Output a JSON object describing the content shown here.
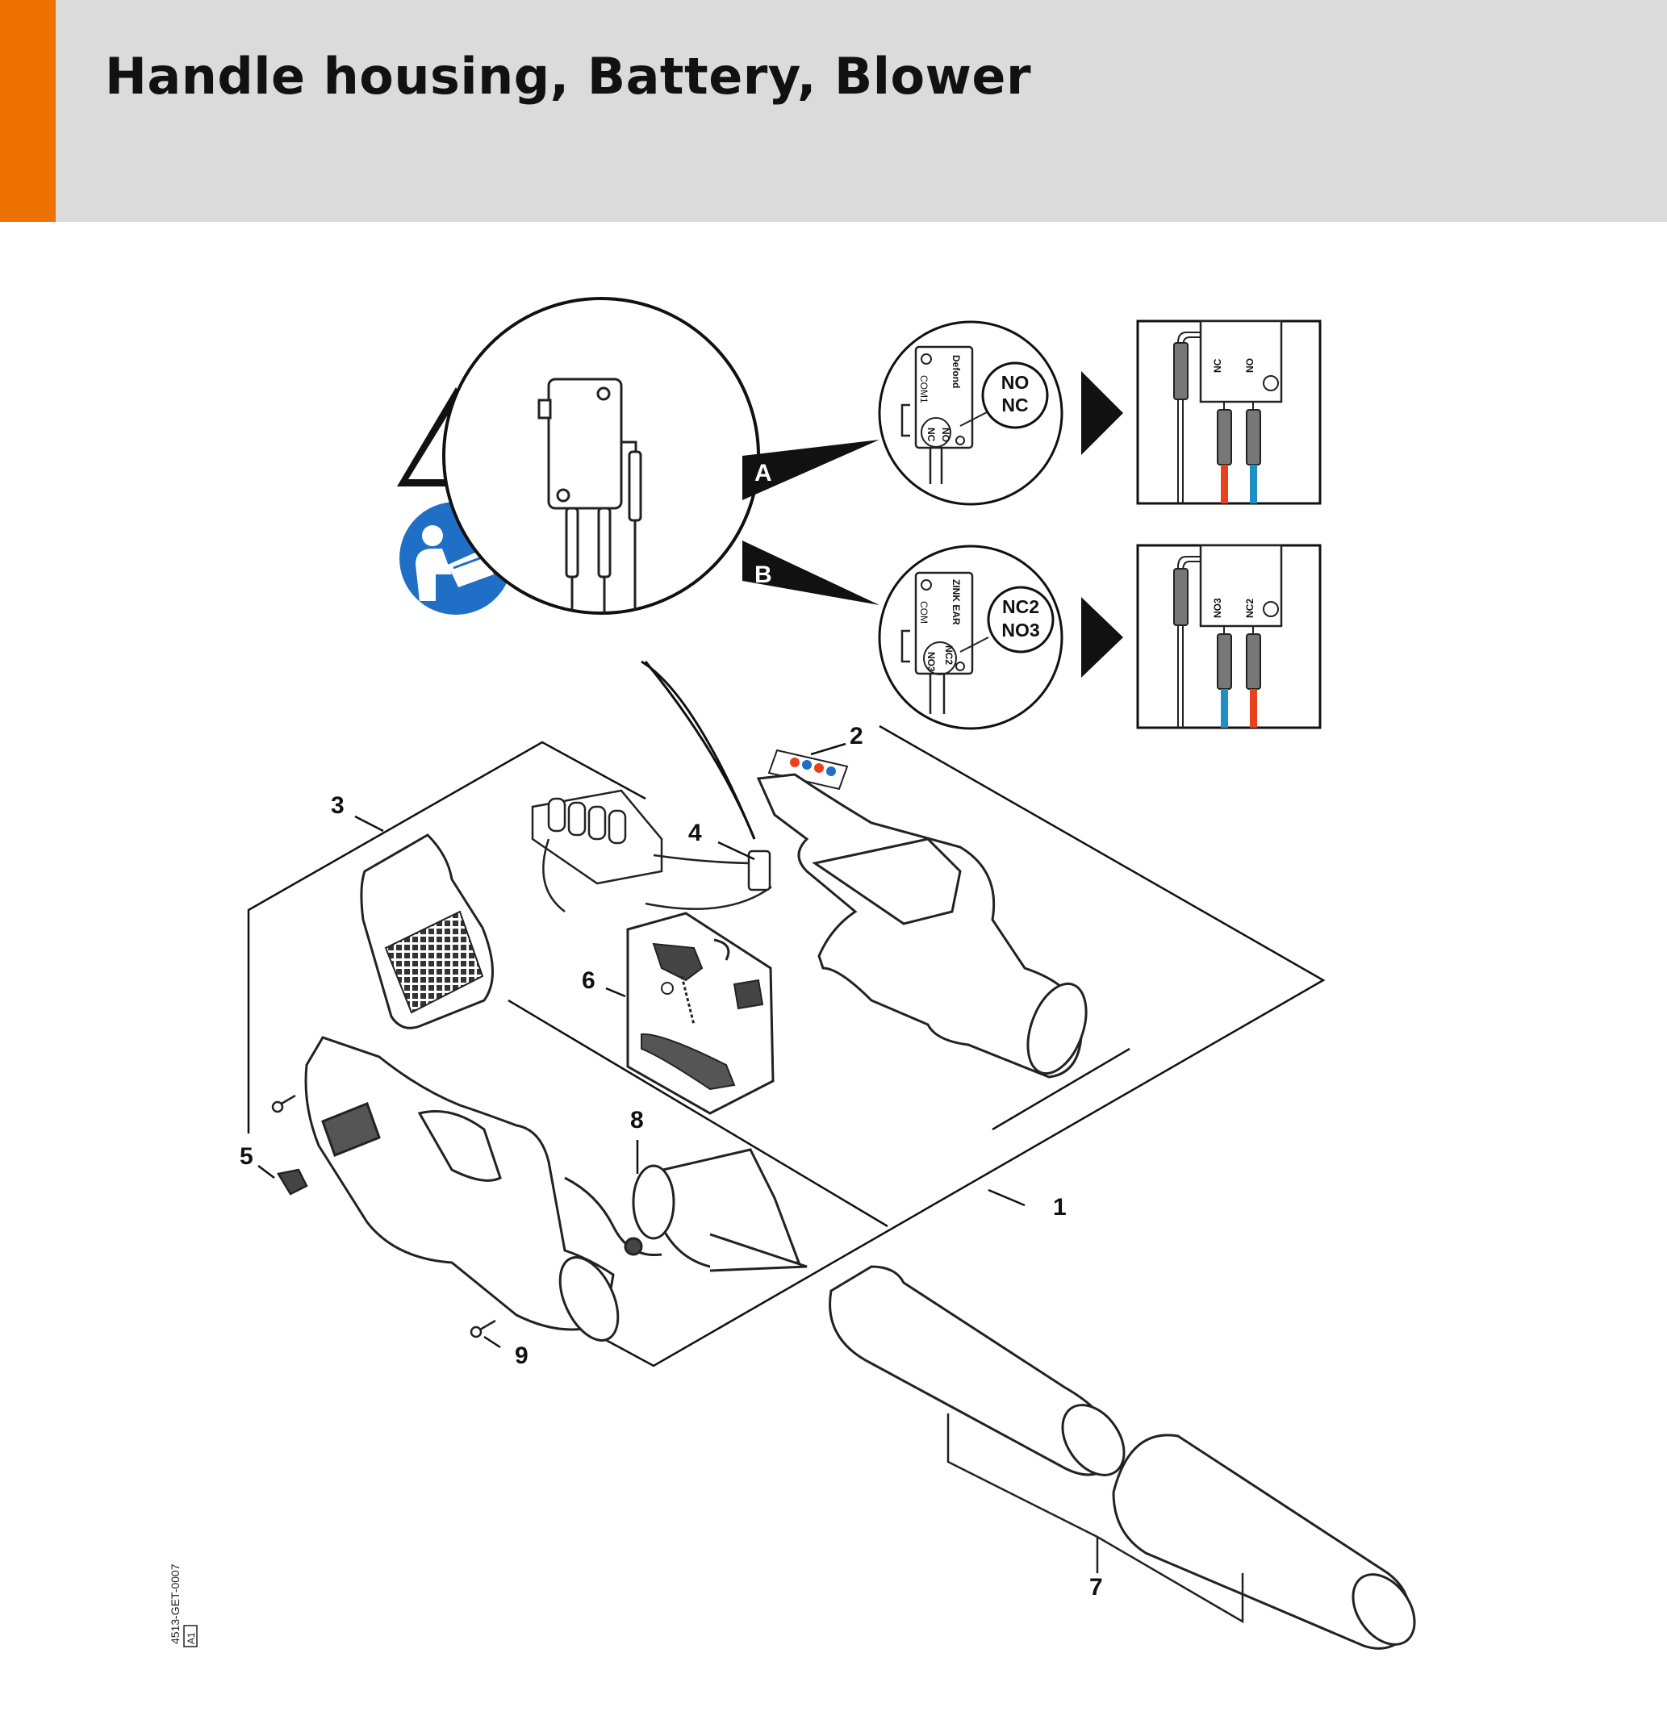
{
  "title": "Handle housing, Battery, Blower",
  "colors": {
    "accent": "#ee7202",
    "header": "#dbdbdb",
    "mandatory_blue": "#1f6fc6",
    "wire_red": "#e8421c",
    "wire_blue": "#1f8fc6"
  },
  "icons": [
    "warning-triangle-icon",
    "read-manual-icon"
  ],
  "variants": {
    "a": {
      "label": "A",
      "brand": "Defond",
      "com": "COM1",
      "pin_nc": "NC",
      "pin_no": "NO",
      "bubble_top": "NO",
      "bubble_bottom": "NC"
    },
    "b": {
      "label": "B",
      "brand": "ZINK EAR",
      "com": "COM",
      "pin_nc": "NC2",
      "pin_no": "NO3",
      "bubble_top": "NC2",
      "bubble_bottom": "NO3"
    }
  },
  "wiring": {
    "a": {
      "left_label": "NC",
      "right_label": "NO",
      "left_wire": "red",
      "right_wire": "blue"
    },
    "b": {
      "left_label": "NO3",
      "right_label": "NC2",
      "left_wire": "blue",
      "right_wire": "red"
    }
  },
  "callouts": {
    "c1": "1",
    "c2": "2",
    "c3": "3",
    "c4": "4",
    "c5": "5",
    "c6": "6",
    "c7": "7",
    "c8": "8",
    "c9": "9"
  },
  "drawing_ref": "4513-GET-0007",
  "drawing_sub": "A1"
}
